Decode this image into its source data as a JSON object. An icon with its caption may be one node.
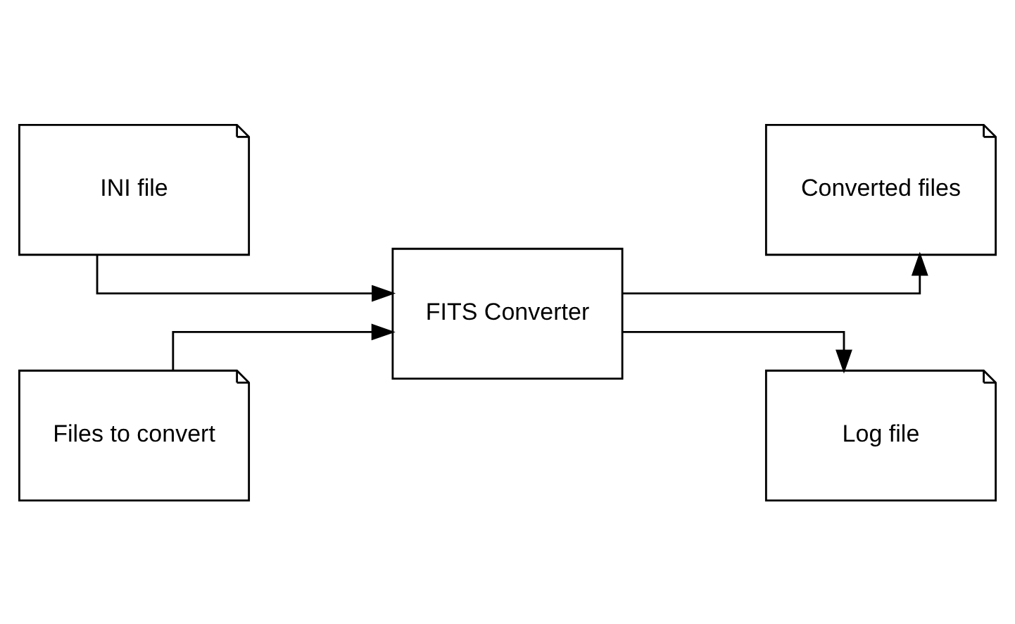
{
  "diagram": {
    "nodes": [
      {
        "text": [
          "INI file"
        ]
      },
      {
        "text": [
          "FITS Converter"
        ]
      },
      {
        "text": [
          "Converted files"
        ]
      },
      {
        "text": [
          "Files to convert"
        ]
      },
      {
        "text": [
          "Log file"
        ]
      }
    ],
    "edges": [
      {
        "from": 0,
        "to": 1,
        "arrow": "to"
      },
      {
        "from": 1,
        "to": 2,
        "arrow": "to"
      },
      {
        "from": 1,
        "to": 4,
        "arrow": "to"
      },
      {
        "from": 3,
        "to": 1,
        "arrow": "to"
      }
    ]
  }
}
